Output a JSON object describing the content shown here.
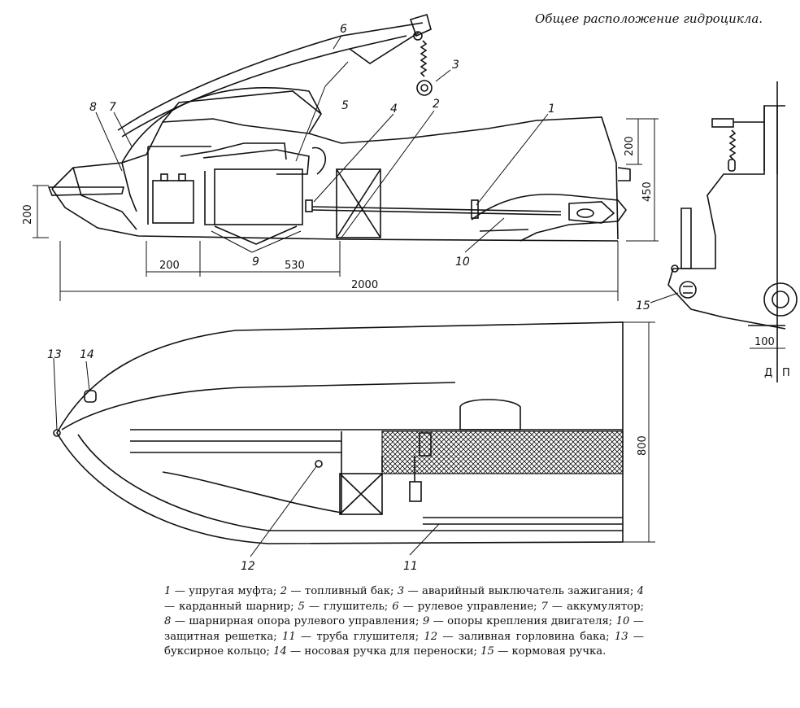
{
  "title": "Общее расположение гидроцикла.",
  "part_labels": [
    "1",
    "2",
    "3",
    "4",
    "5",
    "6",
    "7",
    "8",
    "9",
    "10",
    "11",
    "12",
    "13",
    "14",
    "15"
  ],
  "dimensions": {
    "d200_top": "200",
    "d450": "450",
    "d200_left": "200",
    "d200_bottom": "200",
    "d530": "530",
    "d2000": "2000",
    "d800": "800",
    "d100": "100"
  },
  "section_marks": {
    "d": "Д",
    "p": "П"
  },
  "legend": [
    {
      "num": "1",
      "text": " — упругая муфта; "
    },
    {
      "num": "2",
      "text": " — топливный бак; "
    },
    {
      "num": "3",
      "text": " — аварийный выключатель зажигания; "
    },
    {
      "num": "4",
      "text": " — карданный шарнир; "
    },
    {
      "num": "5",
      "text": " — глушитель; "
    },
    {
      "num": "6",
      "text": " — рулевое управление; "
    },
    {
      "num": "7",
      "text": " — аккумулятор; "
    },
    {
      "num": "8",
      "text": " — шарнирная опора рулевого управления; "
    },
    {
      "num": "9",
      "text": " — опоры крепления двигателя; "
    },
    {
      "num": "10",
      "text": " — защитная решетка; "
    },
    {
      "num": "11",
      "text": " — труба глушителя; "
    },
    {
      "num": "12",
      "text": " — заливная горловина бака; "
    },
    {
      "num": "13",
      "text": " — буксирное кольцо; "
    },
    {
      "num": "14",
      "text": " — носовая ручка для переноски; "
    },
    {
      "num": "15",
      "text": " — кормовая ручка."
    }
  ]
}
